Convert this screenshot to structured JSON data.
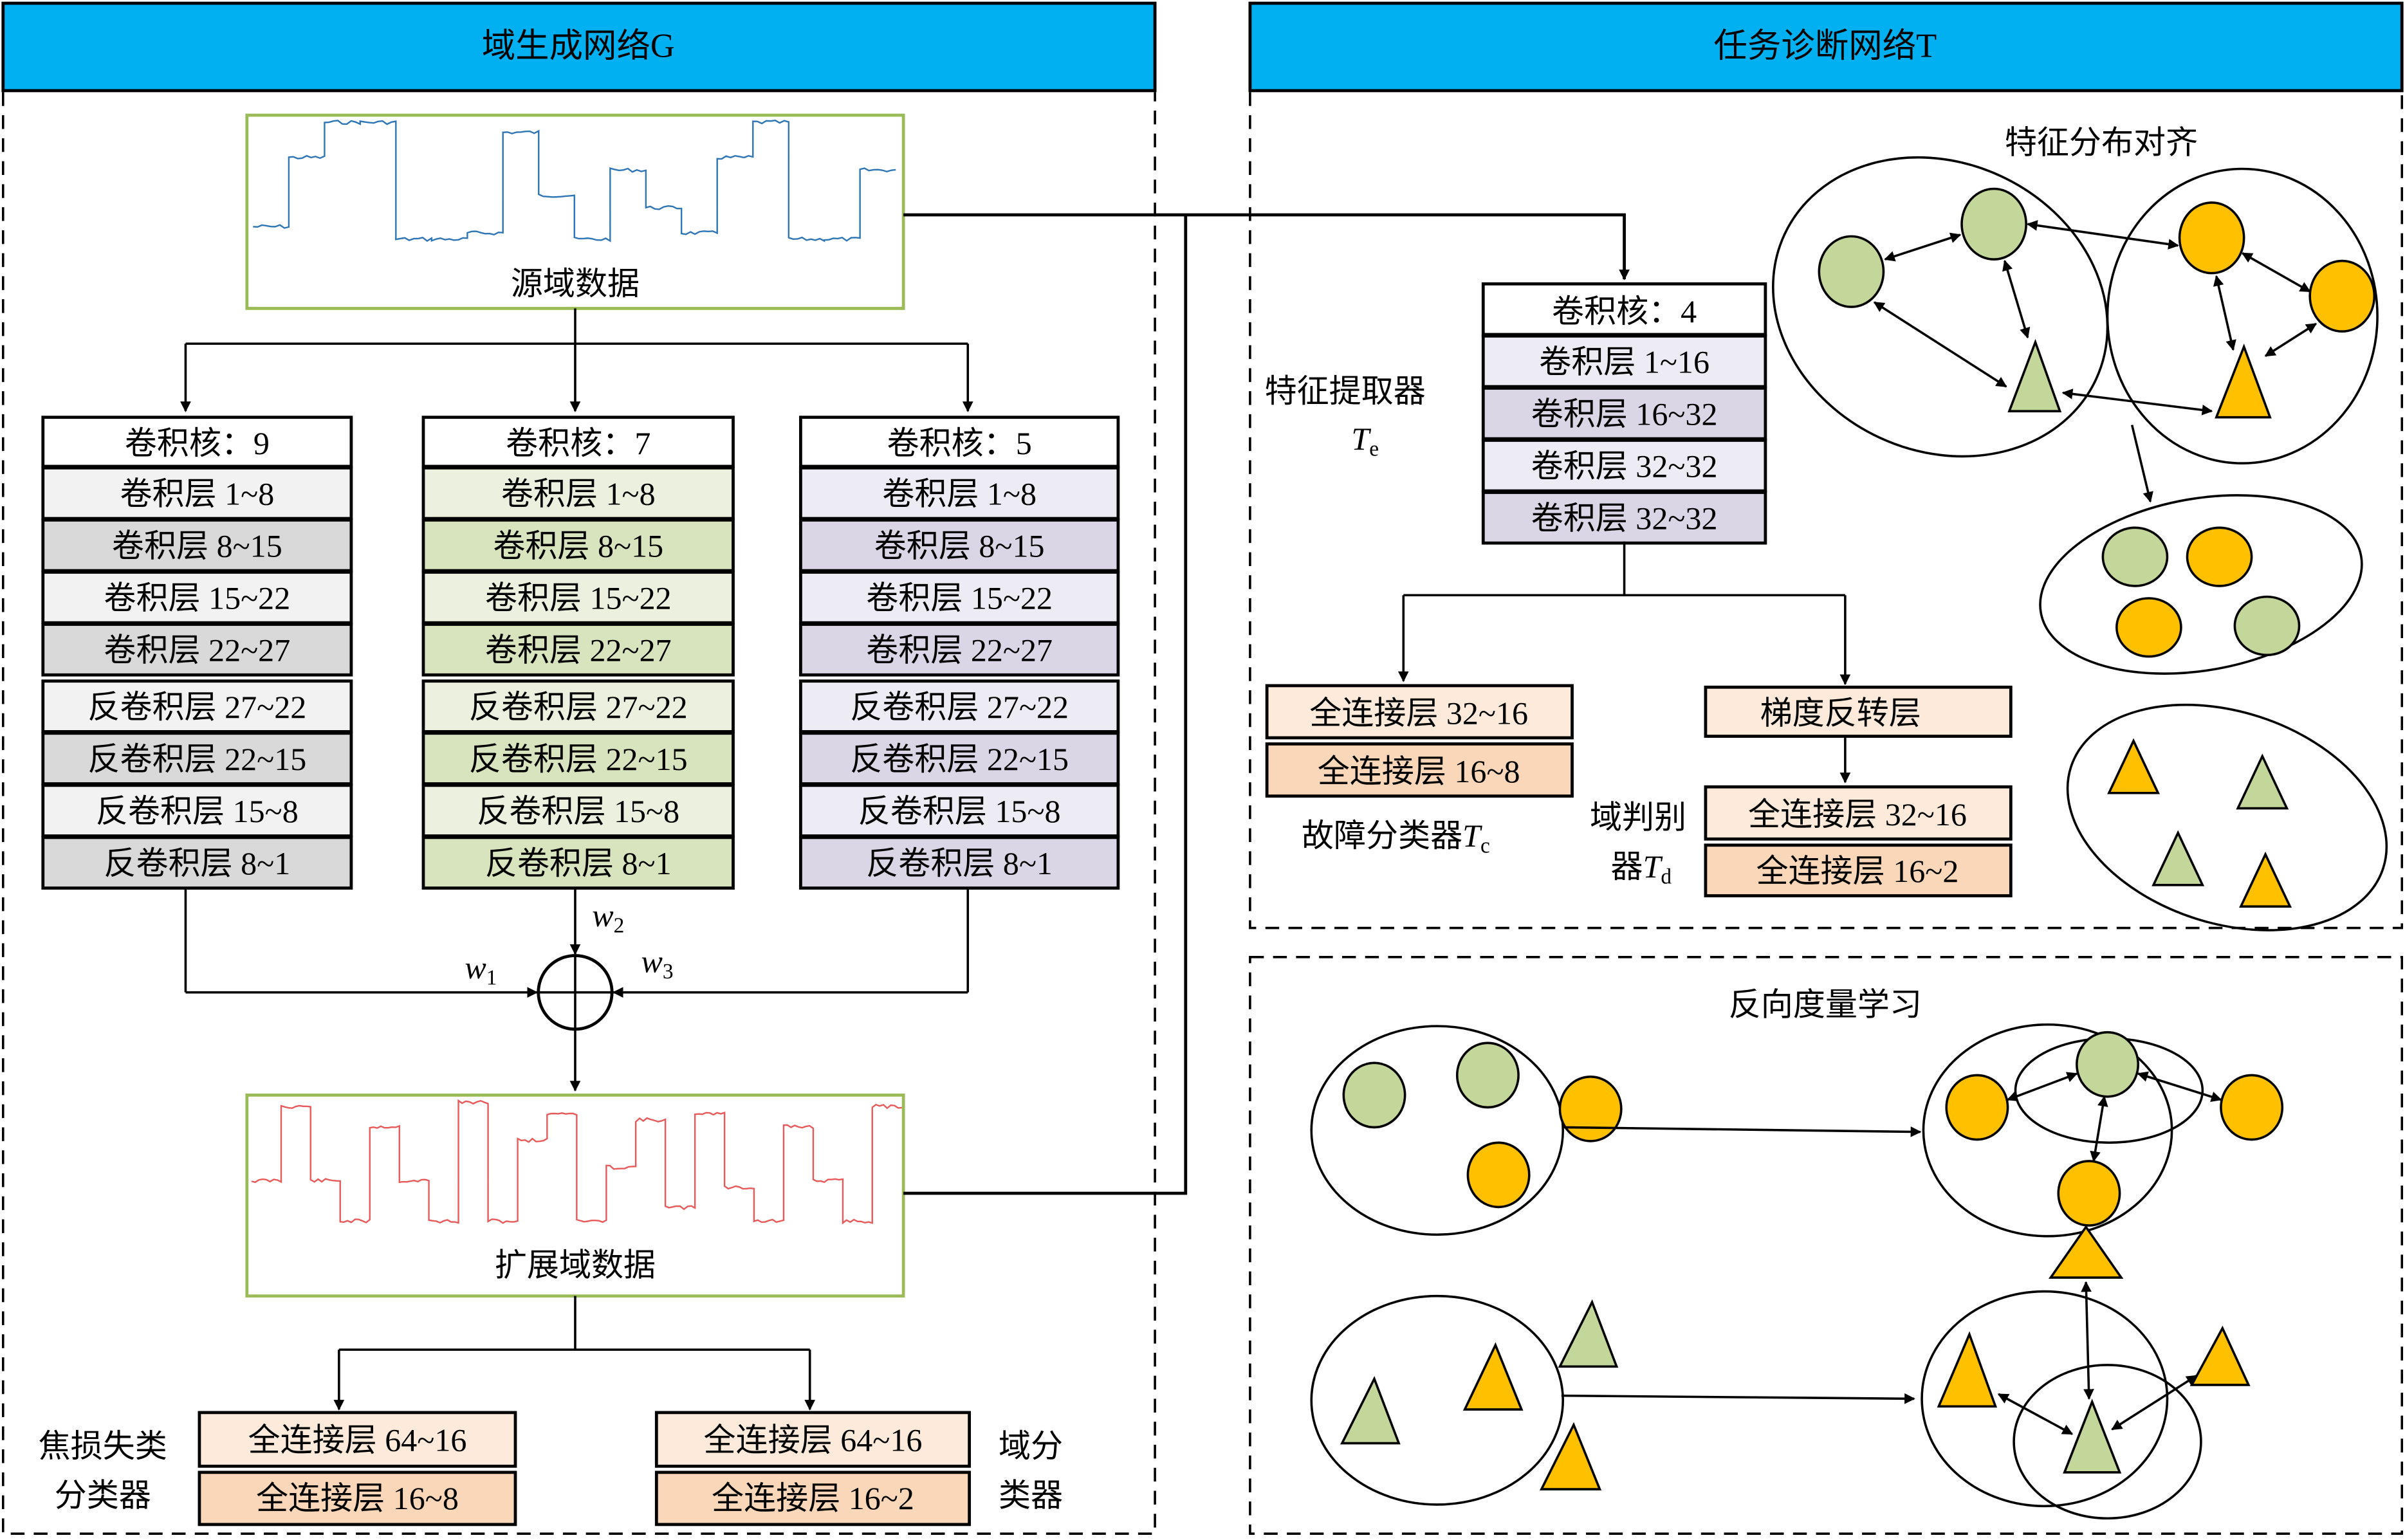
{
  "generator": {
    "title": "域生成网络G",
    "source_label": "源域数据",
    "expanded_label": "扩展域数据",
    "weights": {
      "w1": "w",
      "w1_sub": "1",
      "w2": "w",
      "w2_sub": "2",
      "w3": "w",
      "w3_sub": "3"
    },
    "branches": [
      {
        "kernel": "卷积核：9",
        "layers": [
          "卷积层 1~8",
          "卷积层 8~15",
          "卷积层 15~22",
          "卷积层 22~27",
          "反卷积层 27~22",
          "反卷积层 22~15",
          "反卷积层 15~8",
          "反卷积层 8~1"
        ],
        "light": "#F2F2F2",
        "dark": "#D9D9D9"
      },
      {
        "kernel": "卷积核：7",
        "layers": [
          "卷积层 1~8",
          "卷积层 8~15",
          "卷积层 15~22",
          "卷积层 22~27",
          "反卷积层 27~22",
          "反卷积层 22~15",
          "反卷积层 15~8",
          "反卷积层 8~1"
        ],
        "light": "#EBF1DE",
        "dark": "#D7E4BD"
      },
      {
        "kernel": "卷积核：5",
        "layers": [
          "卷积层 1~8",
          "卷积层 8~15",
          "卷积层 15~22",
          "卷积层 22~27",
          "反卷积层 27~22",
          "反卷积层 22~15",
          "反卷积层 15~8",
          "反卷积层 8~1"
        ],
        "light": "#EDEBF3",
        "dark": "#DAD6E6"
      }
    ],
    "focal_classifier": {
      "label_line1": "焦损失类",
      "label_line2": "分类器",
      "layers": [
        "全连接层 64~16",
        "全连接层 16~8"
      ]
    },
    "domain_classifier": {
      "label_line1": "域分",
      "label_line2": "类器",
      "layers": [
        "全连接层 64~16",
        "全连接层 16~2"
      ]
    }
  },
  "task_net": {
    "title": "任务诊断网络T",
    "extractor": {
      "label": "特征提取器",
      "symbol": "T",
      "sub": "e",
      "kernel": "卷积核：4",
      "layers": [
        "卷积层 1~16",
        "卷积层 16~32",
        "卷积层 32~32",
        "卷积层 32~32"
      ]
    },
    "fault_classifier": {
      "label": "故障分类器",
      "symbol": "T",
      "sub": "c",
      "layers": [
        "全连接层 32~16",
        "全连接层 16~8"
      ]
    },
    "grl": {
      "label": "梯度反转层"
    },
    "discriminator": {
      "label_line1": "域判别",
      "label_line2": "器",
      "symbol": "T",
      "sub": "d",
      "layers": [
        "全连接层 32~16",
        "全连接层 16~2"
      ]
    },
    "alignment_title": "特征分布对齐",
    "metric_title": "反向度量学习"
  },
  "colors": {
    "header": "#00B0F0",
    "green_shape": "#C4D79B",
    "orange_shape": "#FFC000",
    "fc_light": "#FDEADA",
    "fc_dark": "#FAD7B8",
    "box_border": "#9BBB59",
    "source_wave": "#2E75B6",
    "expanded_wave": "#E8595A"
  }
}
